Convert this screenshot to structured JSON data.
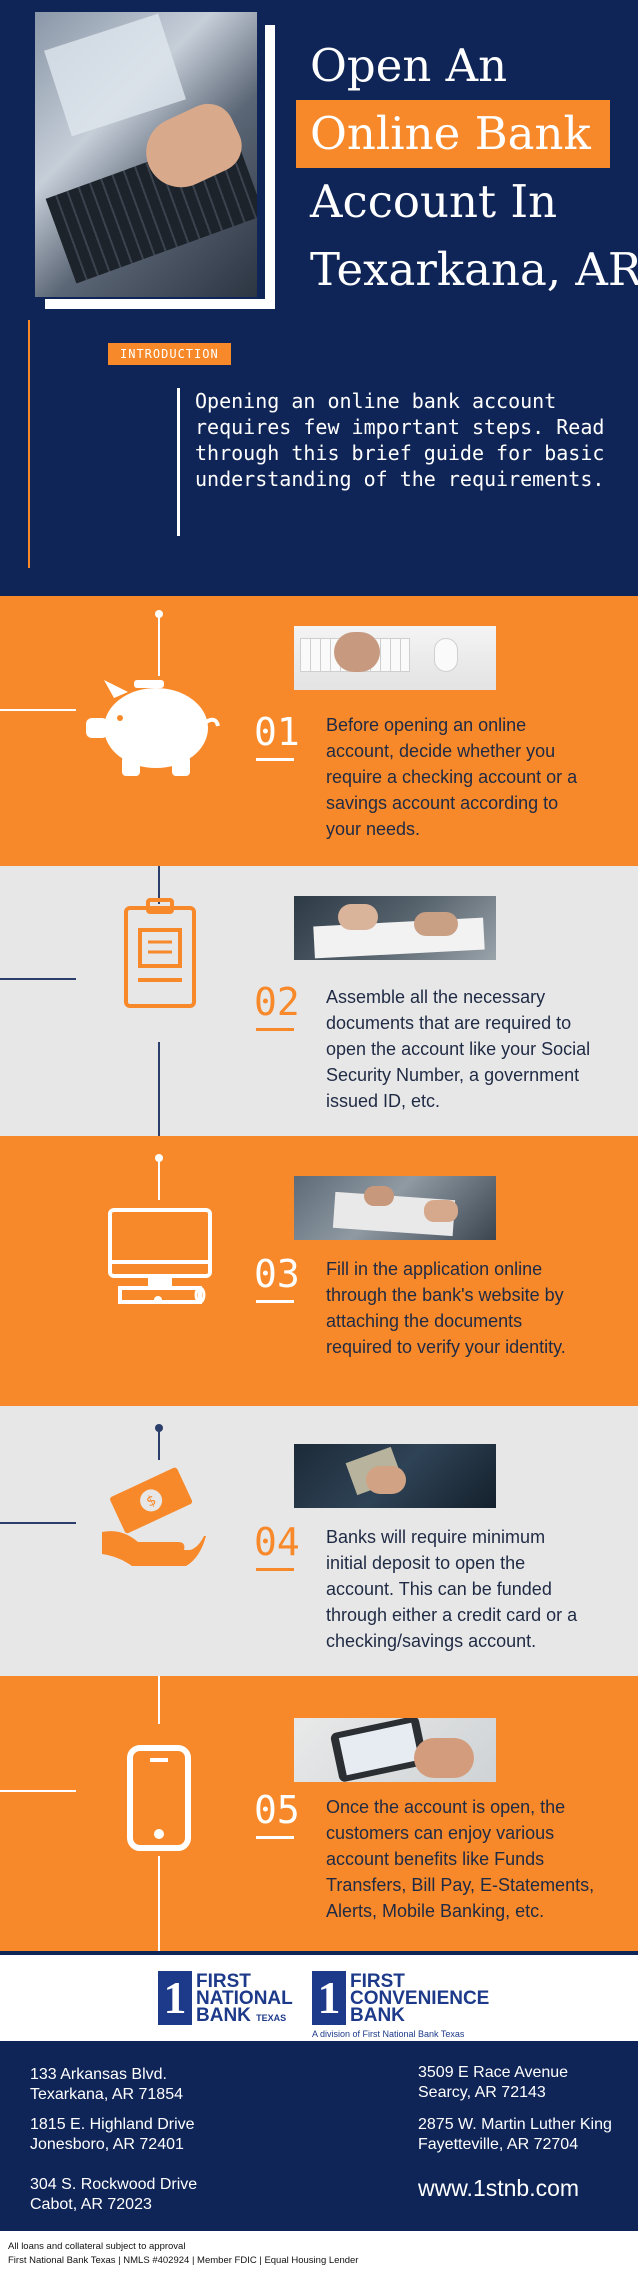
{
  "hero": {
    "title_lines": [
      "Open An",
      "Online Bank",
      "Account In",
      "Texarkana, AR"
    ],
    "intro_tag": "INTRODUCTION",
    "intro_lines": [
      "Opening an online bank account",
      "requires few important steps. Read",
      "through this brief guide for basic",
      "understanding of the requirements."
    ]
  },
  "steps": [
    {
      "number": "01",
      "icon": "piggy-bank-icon",
      "text_lines": [
        "Before opening an online",
        "account, decide whether you",
        "require a checking account or a",
        "savings account according to",
        "your needs."
      ]
    },
    {
      "number": "02",
      "icon": "clipboard-document-icon",
      "text_lines": [
        "Assemble all the necessary",
        "documents that are required to",
        "open the account like your Social",
        "Security Number, a government",
        "issued ID, etc."
      ]
    },
    {
      "number": "03",
      "icon": "computer-monitor-icon",
      "text_lines": [
        "Fill in the application online",
        "through the bank's website by",
        "attaching the documents",
        "required to verify your identity."
      ]
    },
    {
      "number": "04",
      "icon": "money-in-hand-icon",
      "text_lines": [
        "Banks will require minimum",
        "initial deposit to open the",
        "account. This can be funded",
        "through either a credit card or a",
        "checking/savings account."
      ]
    },
    {
      "number": "05",
      "icon": "smartphone-icon",
      "text_lines": [
        "Once the account is open, the",
        "customers can enjoy various",
        "account benefits like Funds",
        "Transfers, Bill Pay, E-Statements,",
        "Alerts, Mobile Banking, etc."
      ]
    }
  ],
  "logos": {
    "first_national": {
      "mark": "1",
      "lines": [
        "FIRST",
        "NATIONAL",
        "BANK"
      ],
      "suffix": "TEXAS"
    },
    "first_convenience": {
      "mark": "1",
      "lines": [
        "FIRST",
        "CONVENIENCE",
        "BANK"
      ],
      "subtitle": "A division of First National Bank Texas"
    }
  },
  "footer": {
    "addresses_left": [
      [
        "133 Arkansas Blvd.",
        "Texarkana, AR 71854"
      ],
      [
        "1815 E. Highland Drive",
        "Jonesboro, AR 72401"
      ],
      [
        "304 S. Rockwood Drive",
        "Cabot, AR 72023"
      ]
    ],
    "addresses_right": [
      [
        "3509 E Race Avenue",
        "Searcy, AR 72143"
      ],
      [
        "2875 W. Martin Luther King",
        "Fayetteville, AR 72704"
      ]
    ],
    "website": "www.1stnb.com"
  },
  "legal": {
    "line1": "All loans and collateral subject to approval",
    "line2": "First National Bank Texas | NMLS #402924 | Member FDIC | Equal Housing Lender"
  },
  "colors": {
    "navy": "#0f2557",
    "orange": "#f7892a",
    "gray": "#e7e7e7"
  }
}
